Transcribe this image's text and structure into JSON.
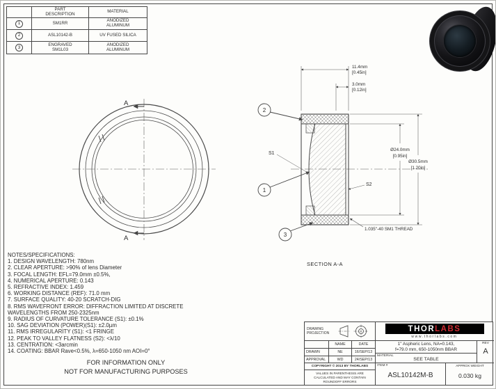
{
  "colors": {
    "line": "#454545",
    "logo_bg": "#000000",
    "logo_labs_red": "#d02a32"
  },
  "parts_table": {
    "col_part": "PART DESCRIPTION",
    "col_material": "MATERIAL",
    "rows": [
      {
        "num": "1",
        "part": "SM1RR",
        "material": "ANODIZED ALUMINUM"
      },
      {
        "num": "2",
        "part": "ASL10142-B",
        "material": "UV FUSED SILICA"
      },
      {
        "num": "3",
        "part": "ENGRAVED SM1L03",
        "material": "ANODIZED ALUMINUM"
      }
    ]
  },
  "front_view": {
    "section_a_top": "A",
    "section_a_bottom": "A"
  },
  "section_view": {
    "caption": "SECTION A-A",
    "balloon_1": "1",
    "balloon_2": "2",
    "balloon_3": "3",
    "s1": "S1",
    "s2": "S2",
    "thread_callout": "1.035\"-40 SM1 THREAD",
    "dim_length_mm": "11.4mm",
    "dim_length_in": "[0.45in]",
    "dim_thread_mm": "3.0mm",
    "dim_thread_in": "[0.12in]",
    "dim_clear_mm": "Ø24.0mm",
    "dim_clear_in": "[0.95in]",
    "dim_outer_mm": "Ø30.5mm",
    "dim_outer_in": "[1.20in]"
  },
  "notes": {
    "title": "NOTES/SPECIFICATIONS:",
    "lines": [
      "1.  DESIGN WAVELENGTH: 780nm",
      "2. CLEAR APERTURE: >90% of lens Diameter",
      "3. FOCAL LENGTH: EFL=79.0mm ±0.5%,",
      "4. NUMERICAL APERTURE: 0.143",
      "5. REFRACTIVE INDEX: 1.459",
      "6. WORKING DISTANCE (REF): 71.0 mm",
      "7. SURFACE QUALITY: 40-20 SCRATCH-DIG",
      "8. RMS WAVEFRONT ERROR: DIFFRACTION LIMITED AT DISCRETE WAVELENGTHS FROM 250-2325nm",
      "9. RADIUS OF CURVATURE TOLERANCE (S1): ±0.1%",
      "10. SAG DEVIATION (POWER)(S1): ±2.0µm",
      "11. RMS IRREGULARITY (S1): <1 FRINGE",
      "12. PEAK TO VALLEY FLATNESS (S2): <λ/10",
      "13. CENTRATION: <3arcmin",
      "14. COATING: BBAR Rave<0.5%, λ=650-1050 nm AOI=0°"
    ]
  },
  "footer": {
    "line1": "FOR INFORMATION ONLY",
    "line2": "NOT FOR MANUFACTURING PURPOSES"
  },
  "title_block": {
    "projection_label": "DRAWING PROJECTION",
    "logo_thor": "THOR",
    "logo_labs": "LABS",
    "website": "www.thorlabs.com",
    "col_name": "NAME",
    "col_date": "DATE",
    "drawn_label": "DRAWN",
    "drawn_name": "NE",
    "drawn_date": "16/SEP/13",
    "approval_label": "APPROVAL",
    "approval_name": "WD",
    "approval_date": "24/SEP/13",
    "copyright": "COPYRIGHT © 2013 BY THORLABS",
    "disclaimer": "VALUES IN PARENTHESIS ARE CALCULATED AND MAY CONTAIN ROUNDOFF ERRORS",
    "title_line1": "1\" Aspheric Lens, NA=0.143,",
    "title_line2": "f=79.0 mm, 650-1050nm BBAR",
    "material_label": "MATERIAL",
    "material_value": "SEE TABLE",
    "rev_label": "REV",
    "rev_value": "A",
    "item_label": "ITEM #",
    "item_value": "ASL10142M-B",
    "weight_label": "APPROX WEIGHT",
    "weight_value": "0.030 kg"
  }
}
